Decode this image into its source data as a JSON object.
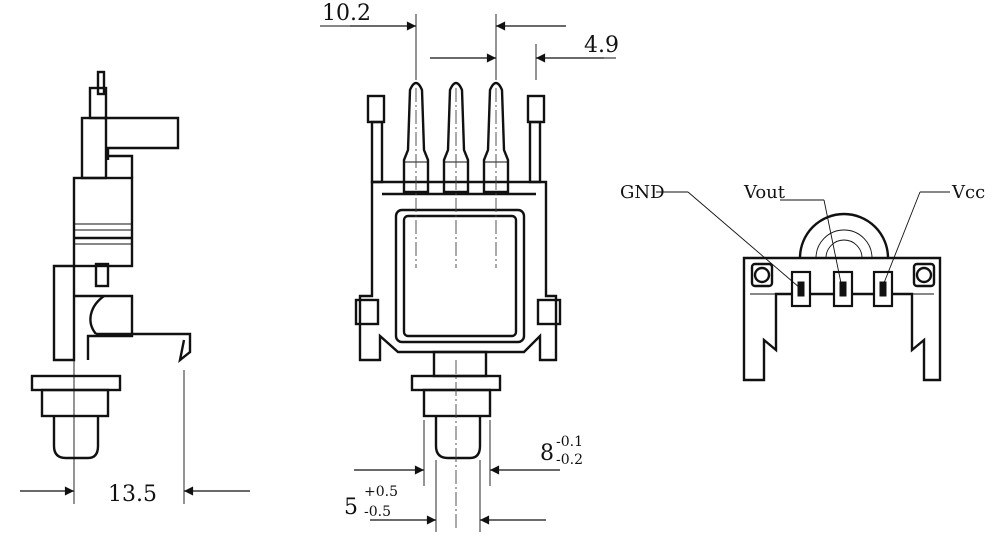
{
  "dimensions": {
    "pin_span": "10.2",
    "pin_pitch": "4.9",
    "side_depth": "13.5",
    "shaft_outer": {
      "value": "8",
      "tol_upper": "-0.1",
      "tol_lower": "-0.2"
    },
    "shaft_inner": {
      "value": "5",
      "tol_upper": "+0.5",
      "tol_lower": "-0.5"
    }
  },
  "pins": {
    "gnd": "GND",
    "vout": "Vout",
    "vcc": "Vcc"
  }
}
